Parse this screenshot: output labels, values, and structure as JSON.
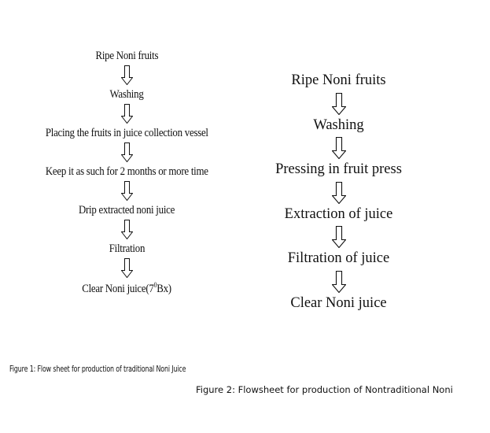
{
  "flowchart_left": {
    "steps": [
      "Ripe Noni fruits",
      "Washing",
      "Placing the fruits in juice collection vessel",
      "Keep it as such for 2 months or more time",
      "Drip extracted noni juice",
      "Filtration"
    ],
    "last_step": {
      "prefix": "Clear Noni juice(7",
      "superscript": "0",
      "suffix": "Bx)"
    }
  },
  "flowchart_right": {
    "steps": [
      "Ripe Noni fruits",
      "Washing",
      "Pressing in fruit press",
      "Extraction of juice",
      "Filtration of juice",
      "Clear Noni juice"
    ]
  },
  "captions": {
    "figure1": "Figure 1: Flow sheet for production of traditional Noni Juice",
    "figure2": "Figure 2: Flowsheet for production of Nontraditional Noni"
  },
  "arrow_icon": "hollow-down-arrow-icon"
}
